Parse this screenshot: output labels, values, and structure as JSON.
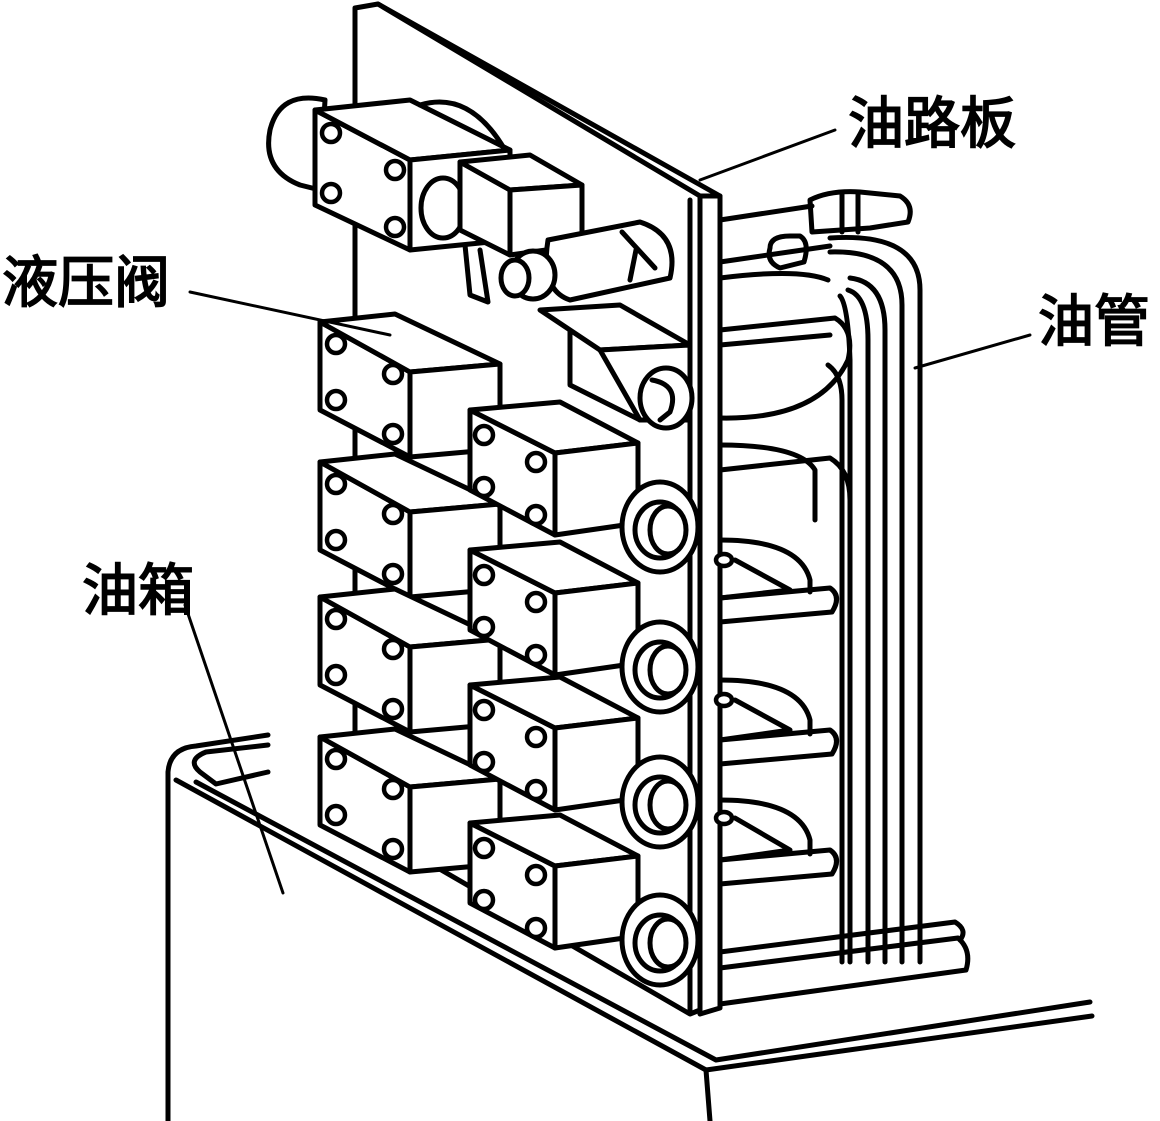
{
  "figure": {
    "type": "technical line drawing",
    "subject": "hydraulic valve assembly mounted on oil tank",
    "line_color": "#000000",
    "background_color": "#ffffff"
  },
  "labels": {
    "oil_circuit_board": "油路板",
    "hydraulic_valve": "液压阀",
    "oil_pipe": "油管",
    "oil_tank": "油箱"
  },
  "components": {
    "left_valve_column_count": 5,
    "right_valve_column_count": 4
  }
}
